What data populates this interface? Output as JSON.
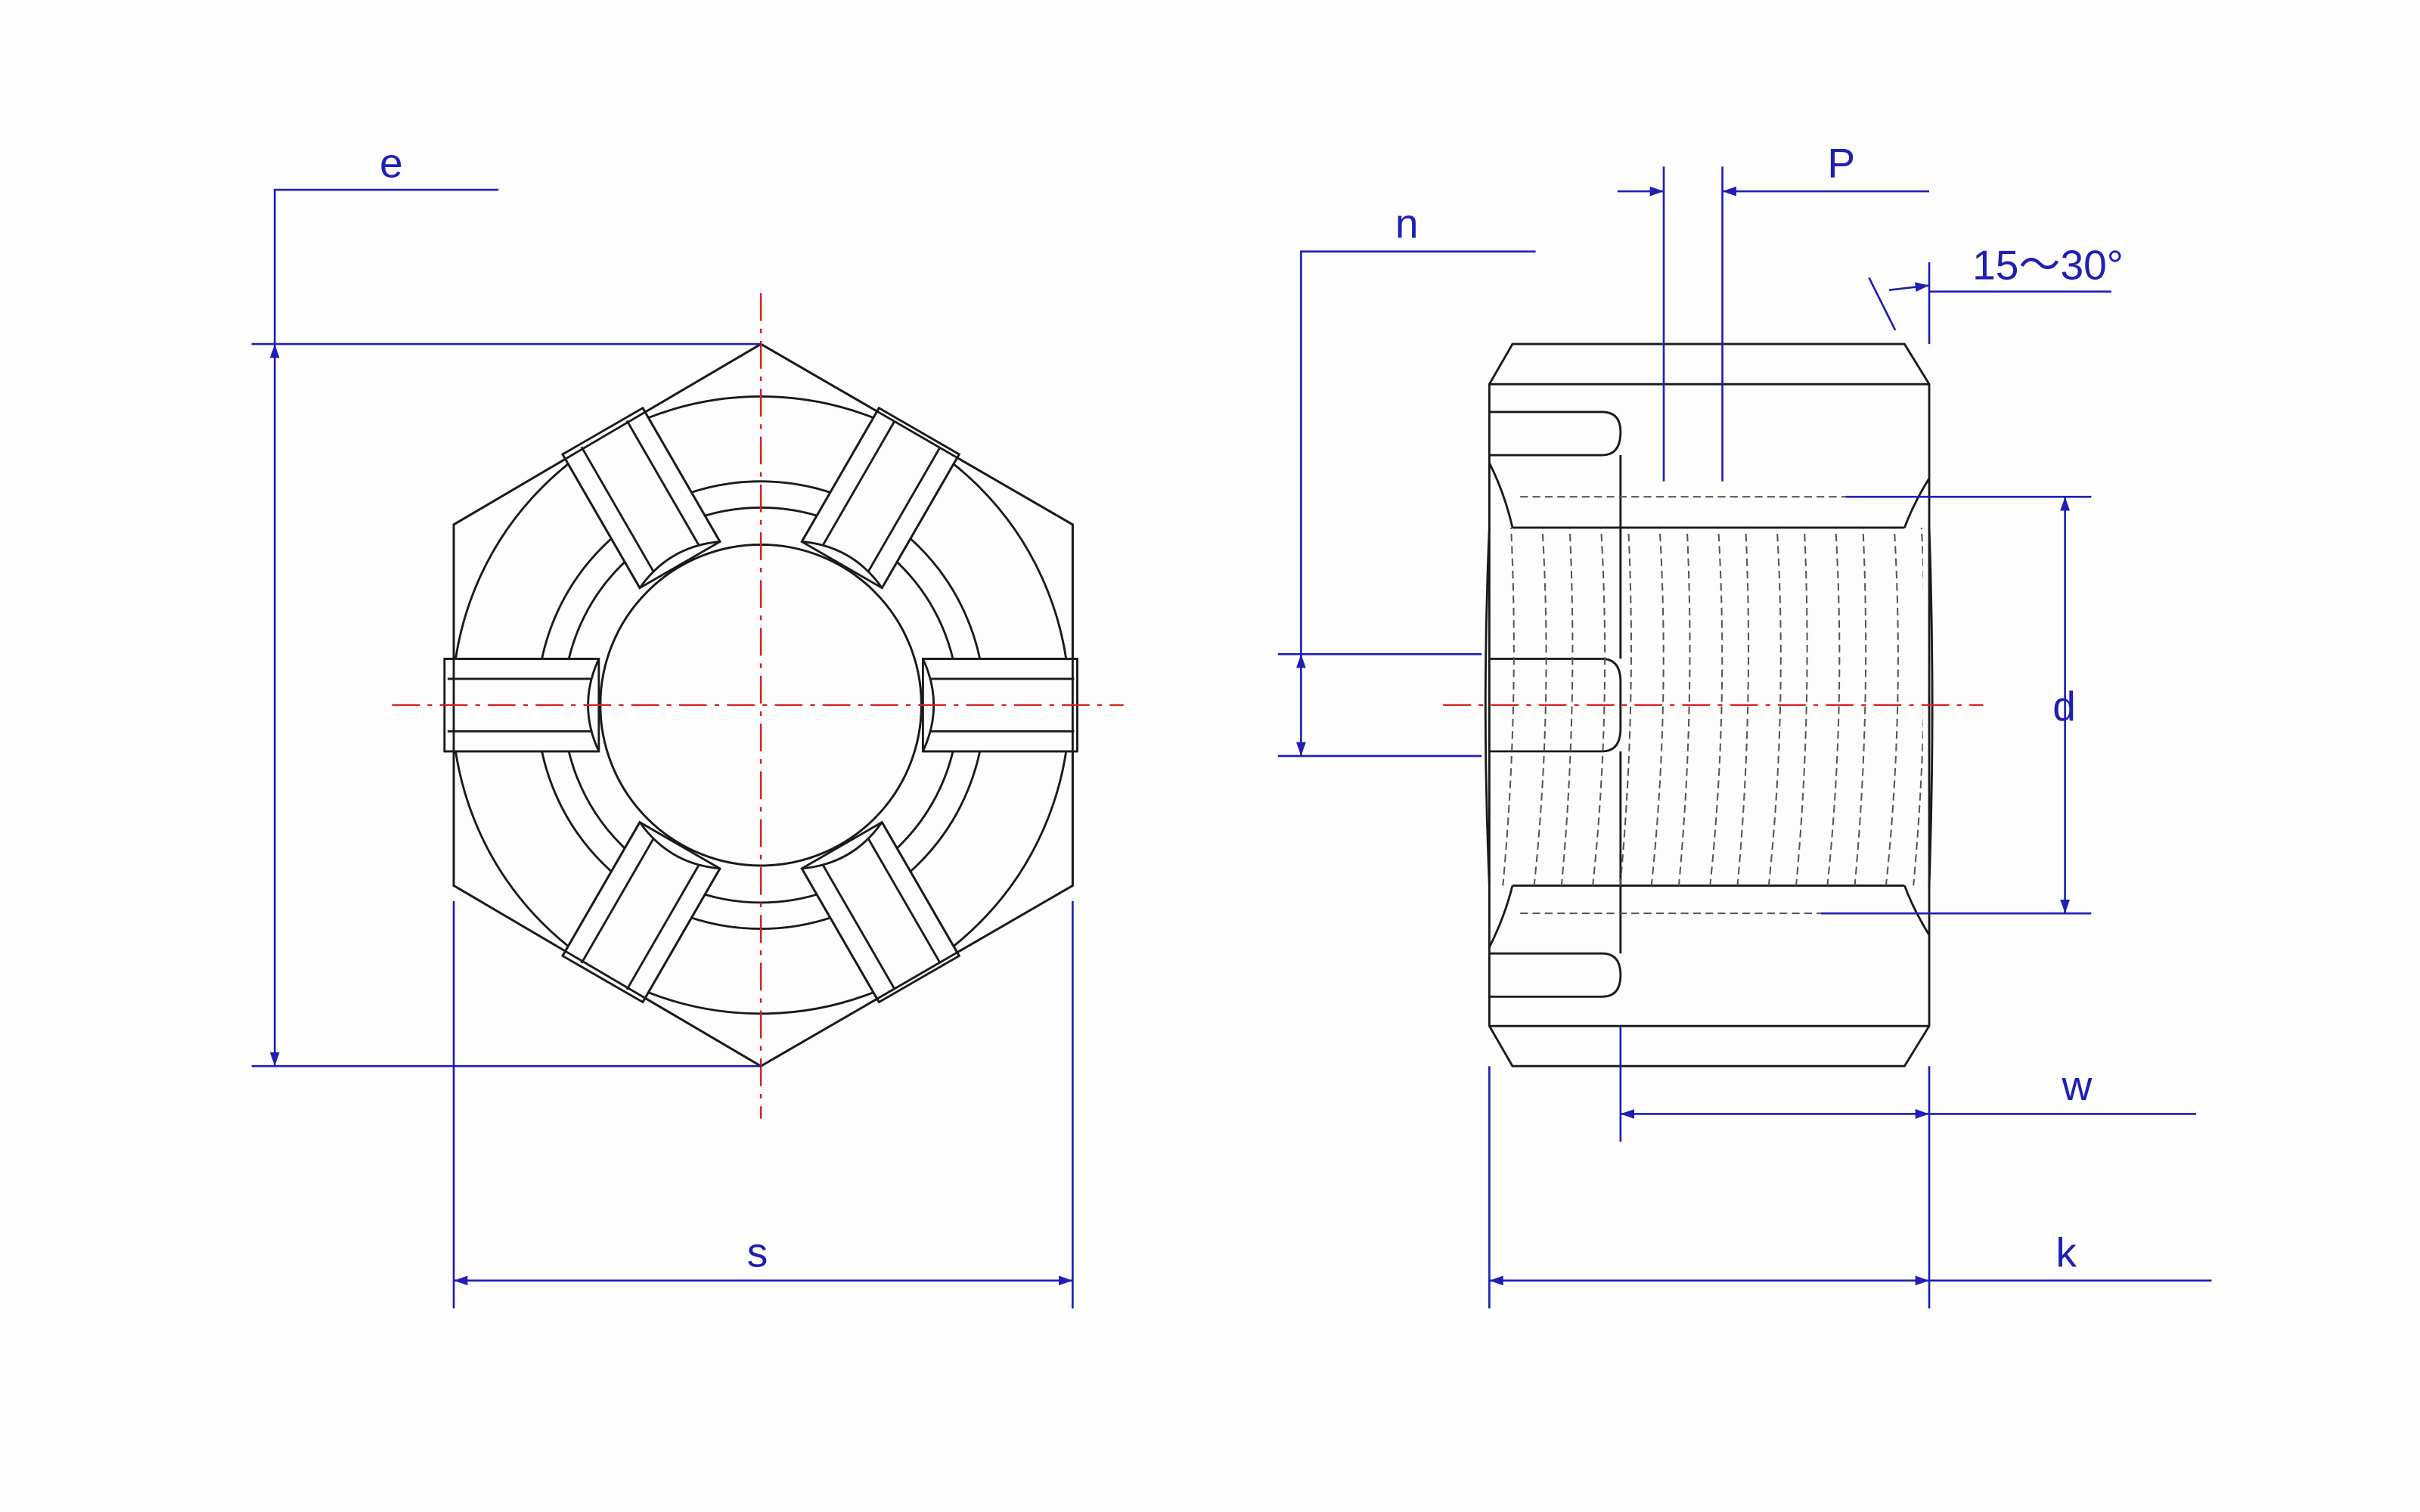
{
  "colors": {
    "outline": "#1a1a1a",
    "dimension": "#1f1fb4",
    "centerline": "#d42020",
    "hidden": "#555555",
    "background": "#fdfdfd"
  },
  "labels": {
    "e": "e",
    "s": "s",
    "n": "n",
    "P": "P",
    "angle": "15～30°",
    "d": "d",
    "w": "w",
    "k": "k"
  }
}
